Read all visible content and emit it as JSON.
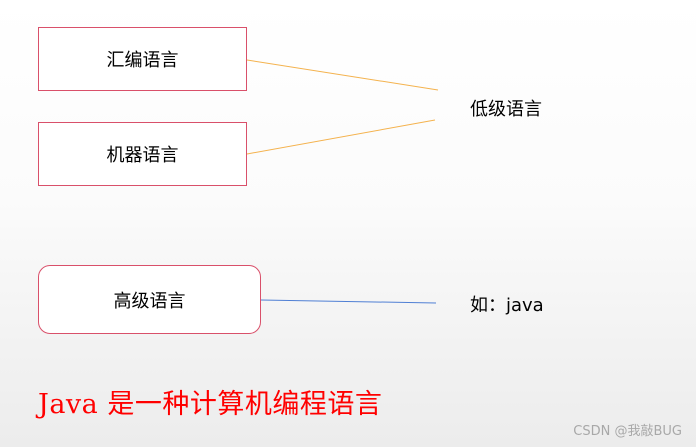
{
  "diagram": {
    "boxes": {
      "assembly": "汇编语言",
      "machine": "机器语言",
      "high_level": "高级语言"
    },
    "labels": {
      "low_level": "低级语言",
      "example": "如：java"
    },
    "caption": "Java 是一种计算机编程语言"
  },
  "watermark": "CSDN @我敲BUG",
  "colors": {
    "box_border": "#d9506a",
    "low_level_connector": "#f4b24d",
    "high_level_connector": "#4f7fd4",
    "caption": "#ff0000",
    "watermark": "#a8a8a8"
  }
}
